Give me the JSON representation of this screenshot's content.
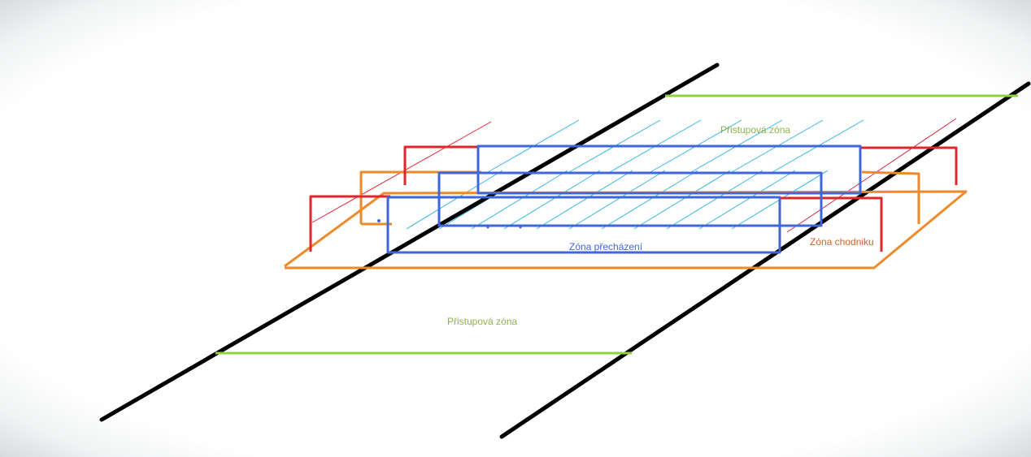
{
  "labels": {
    "access_zone_top": "Přistupová  zóna",
    "crossing_zone": "Zóna  přecházení",
    "sidewalk_zone": "Zóna chodniku",
    "access_zone_bottom": "Přistupová  zóna"
  },
  "colors": {
    "rail": "#000000",
    "access_boundary": "#8fd13f",
    "access_text": "#8fb34a",
    "crossing": "#3e67db",
    "crossing_text": "#3e67db",
    "sidewalk": "#ee8a2a",
    "sidewalk_text": "#d3622a",
    "barrier": "#e1262c",
    "hatch": "#35b5e6"
  }
}
